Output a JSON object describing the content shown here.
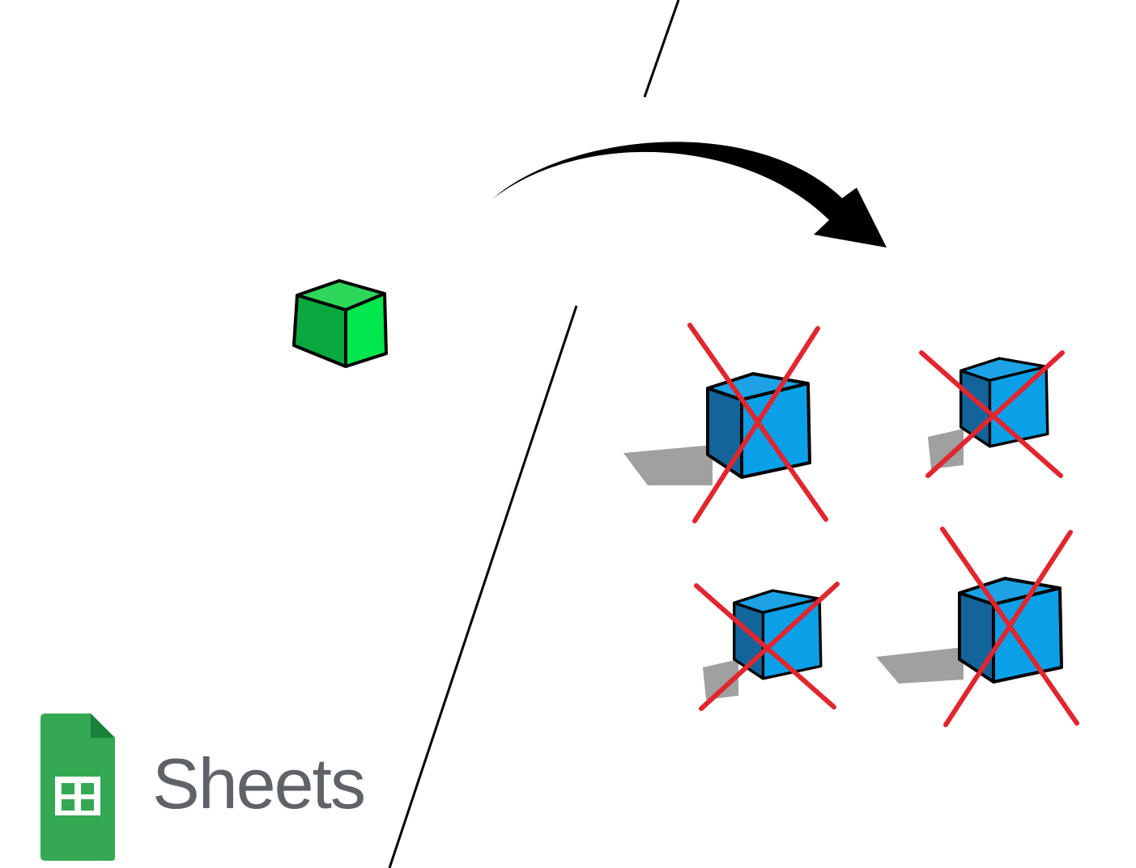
{
  "brand": {
    "name": "Sheets",
    "icon": "google-sheets-icon",
    "color_green": "#34a853",
    "color_green_dark": "#188038",
    "text_color": "#5f6368"
  },
  "left_panel": {
    "item": "green-cube",
    "cube_colors": {
      "top": "#2ed75a",
      "left": "#0aa83f",
      "right": "#00e64d"
    }
  },
  "right_panel": {
    "items": [
      {
        "name": "blue-cube",
        "crossed_out": true
      },
      {
        "name": "blue-cube",
        "crossed_out": true
      },
      {
        "name": "blue-cube",
        "crossed_out": true
      },
      {
        "name": "blue-cube",
        "crossed_out": true
      }
    ],
    "cube_colors": {
      "top": "#1ea2e6",
      "left": "#13649a",
      "right": "#0aa0e8"
    },
    "cross_color": "#e0262f",
    "shadow_color": "#a0a0a0"
  },
  "arrow": {
    "icon": "curved-arrow-icon",
    "color": "#000000"
  }
}
